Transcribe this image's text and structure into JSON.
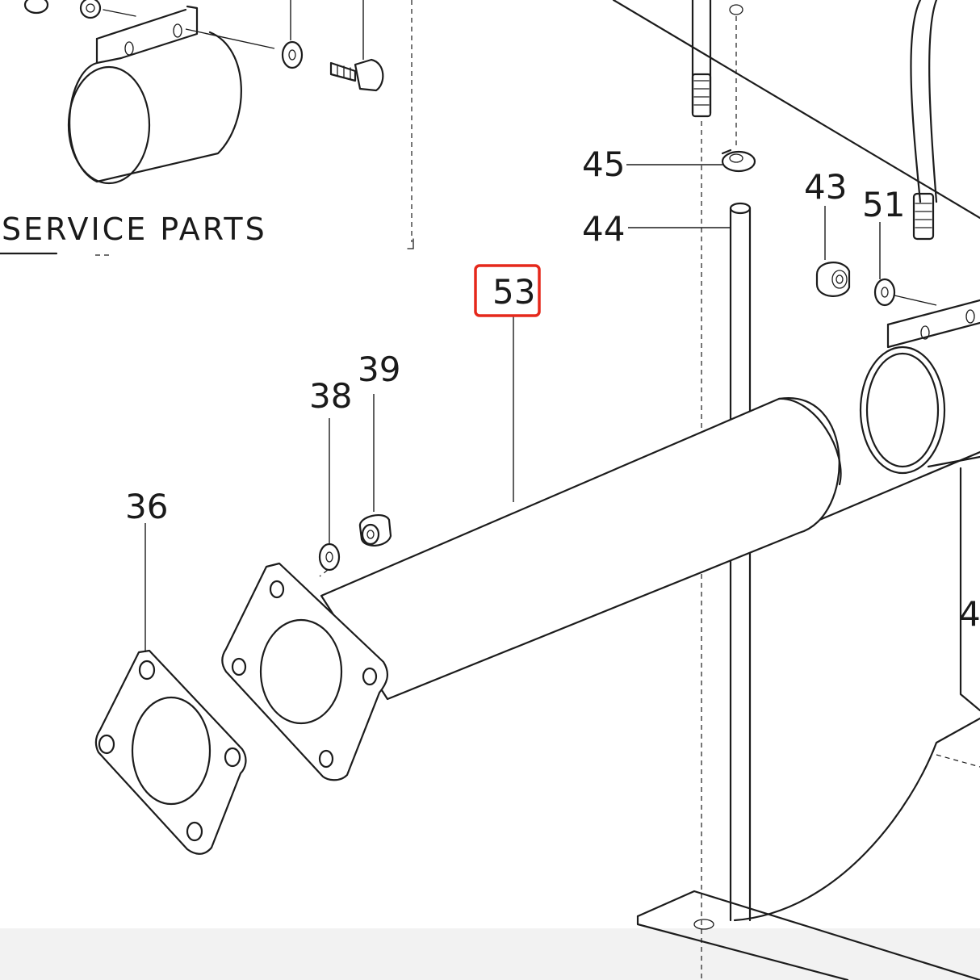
{
  "caption": "SERVICE PARTS",
  "part_labels": {
    "p36": "36",
    "p38": "38",
    "p39": "39",
    "p43": "43",
    "p44": "44",
    "p45": "45",
    "p51": "51",
    "p53": "53",
    "partial_right": "4"
  },
  "highlighted_part": "53",
  "colors": {
    "line": "#1c1c1c",
    "highlight": "#e5281b",
    "background": "#ffffff"
  }
}
